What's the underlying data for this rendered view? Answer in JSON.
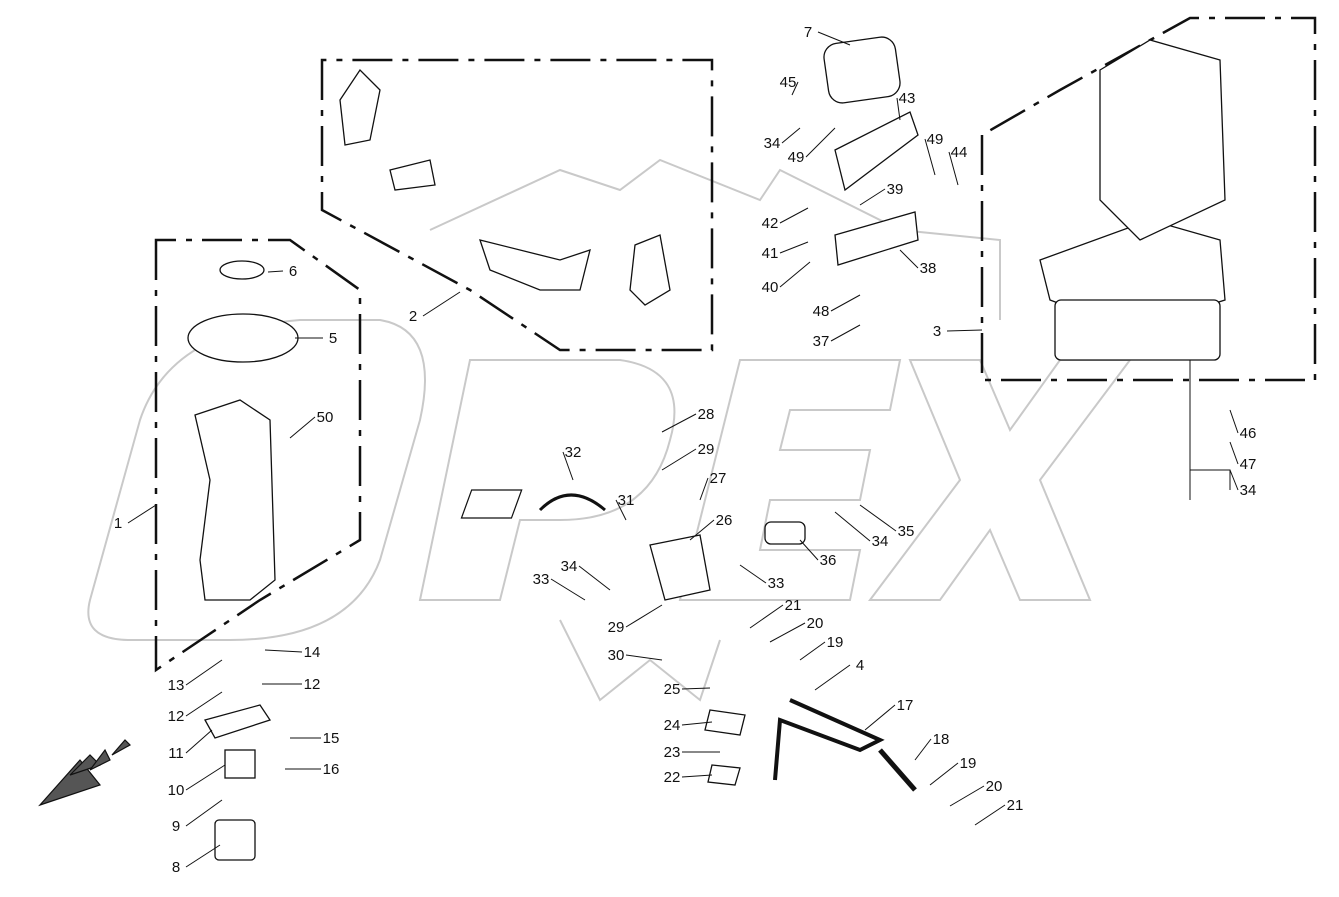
{
  "diagram": {
    "watermark": "OPEX",
    "callouts": [
      "7",
      "45",
      "43",
      "34",
      "49",
      "49",
      "44",
      "39",
      "42",
      "41",
      "38",
      "40",
      "48",
      "37",
      "6",
      "5",
      "2",
      "3",
      "50",
      "1",
      "46",
      "47",
      "34",
      "28",
      "29",
      "32",
      "27",
      "31",
      "26",
      "36",
      "34",
      "35",
      "33",
      "34",
      "33",
      "29",
      "30",
      "21",
      "20",
      "19",
      "4",
      "13",
      "14",
      "12",
      "12",
      "11",
      "15",
      "16",
      "10",
      "9",
      "8",
      "25",
      "17",
      "24",
      "18",
      "23",
      "19",
      "22",
      "20",
      "21"
    ],
    "colors": {
      "line": "#111111",
      "watermark": "#c9c9c9"
    }
  }
}
